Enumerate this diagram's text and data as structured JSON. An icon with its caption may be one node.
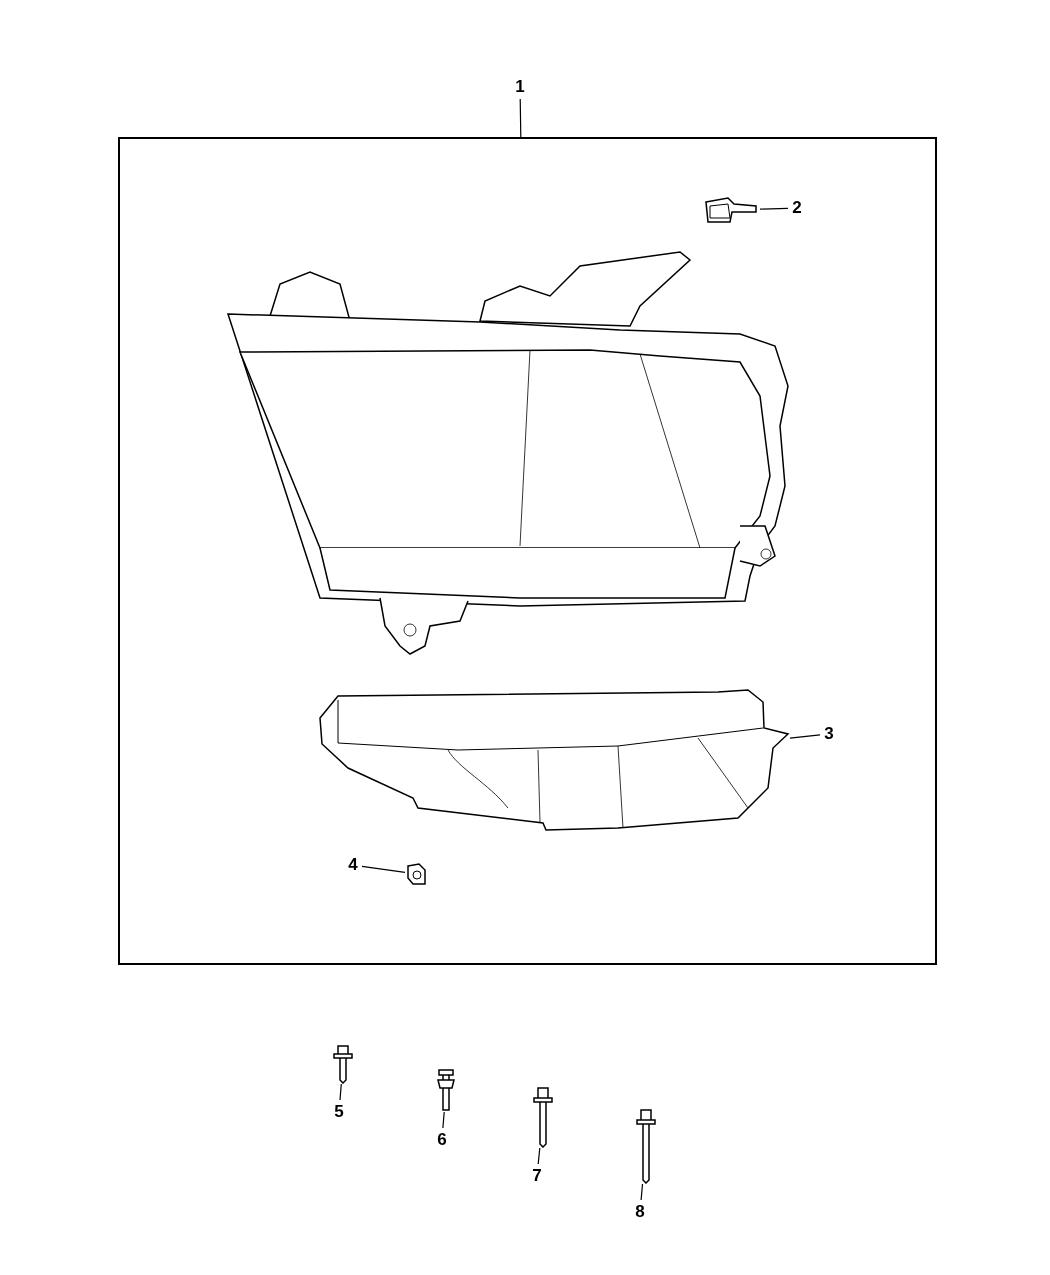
{
  "diagram": {
    "nodes": [
      {
        "text": [
          "1"
        ]
      },
      {
        "text": [],
        "shape": "box"
      },
      {
        "text": [
          "2"
        ],
        "in": 1
      },
      {
        "text": [],
        "shape": "picture",
        "in": 1
      },
      {
        "text": [
          "3"
        ],
        "in": 1
      },
      {
        "text": [],
        "shape": "picture",
        "in": 1
      },
      {
        "text": [
          "4"
        ],
        "in": 1
      },
      {
        "text": [],
        "shape": "picture",
        "in": 1
      },
      {
        "text": [],
        "shape": "picture"
      },
      {
        "text": [
          "5"
        ]
      },
      {
        "text": [],
        "shape": "picture"
      },
      {
        "text": [
          "6"
        ]
      },
      {
        "text": [],
        "shape": "picture"
      },
      {
        "text": [
          "7"
        ]
      },
      {
        "text": [],
        "shape": "picture"
      },
      {
        "text": [
          "8"
        ]
      }
    ],
    "edges": [
      {
        "from": 0,
        "to": 1,
        "arrow": "none"
      },
      {
        "from": 2,
        "to": 3,
        "arrow": "none"
      },
      {
        "from": 4,
        "to": 5,
        "arrow": "none"
      },
      {
        "from": 6,
        "to": 7,
        "arrow": "none"
      },
      {
        "from": 9,
        "to": 8,
        "arrow": "none"
      },
      {
        "from": 11,
        "to": 10,
        "arrow": "none"
      },
      {
        "from": 13,
        "to": 12,
        "arrow": "none"
      },
      {
        "from": 15,
        "to": 14,
        "arrow": "none"
      }
    ]
  }
}
